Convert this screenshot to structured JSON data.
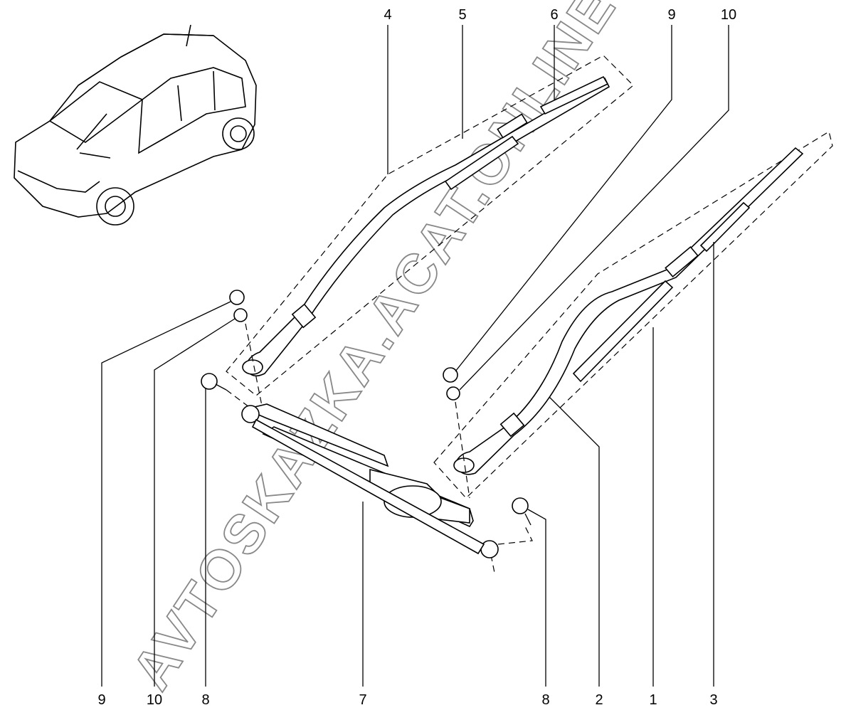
{
  "diagram": {
    "title": "Windshield wiper assembly",
    "watermark": "AVTOSKAZKA.ACAT.ONLINE",
    "callouts_top": [
      "4",
      "5",
      "6",
      "9",
      "10"
    ],
    "callouts_bottom": [
      "9",
      "10",
      "8",
      "7",
      "8",
      "2",
      "1",
      "3"
    ]
  }
}
